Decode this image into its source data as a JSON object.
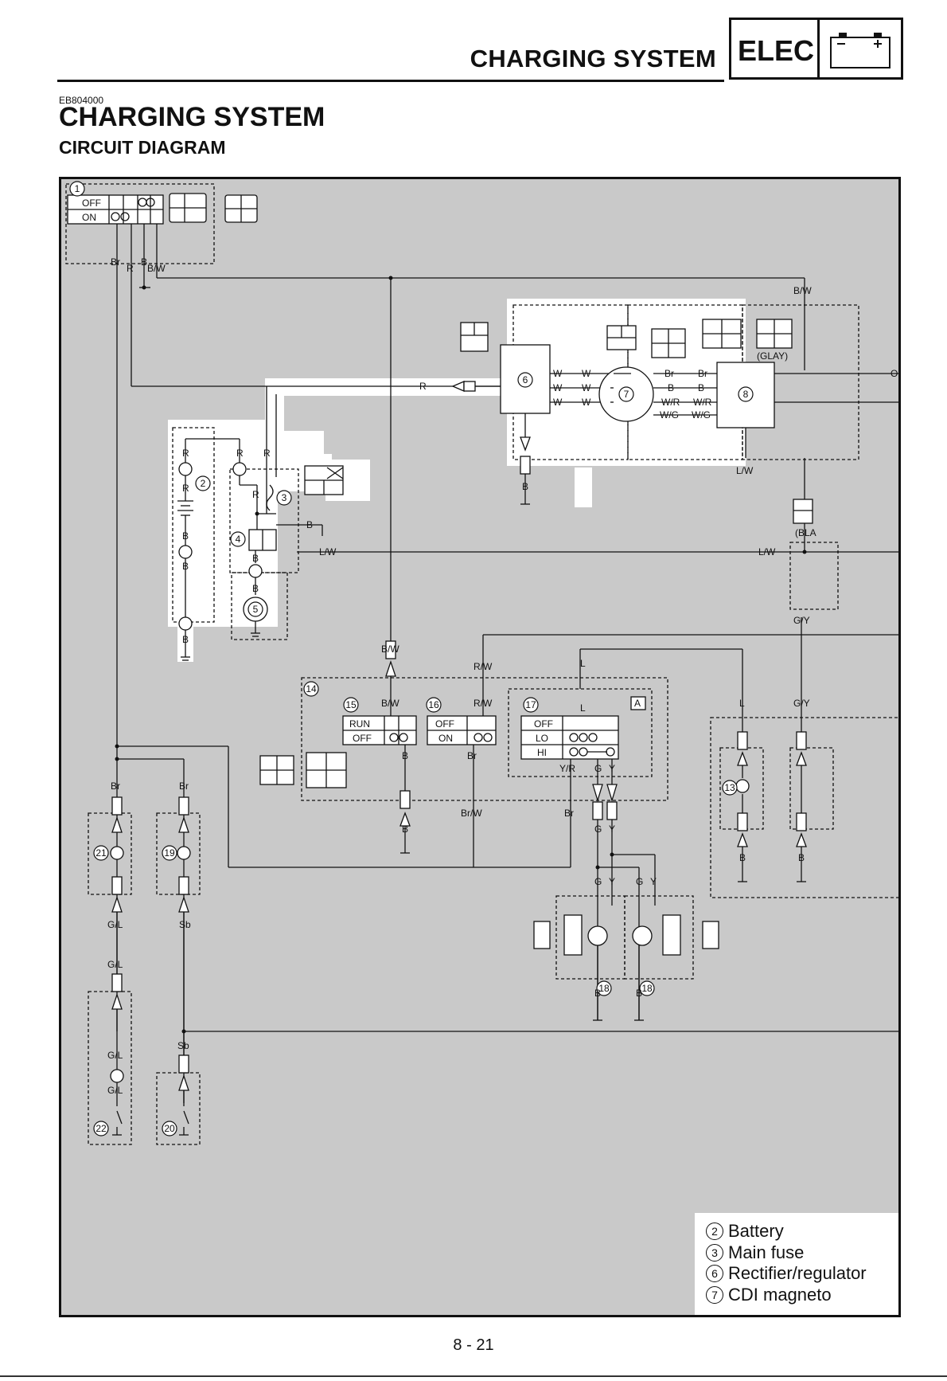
{
  "header": {
    "section_title": "CHARGING SYSTEM",
    "elec_label": "ELEC",
    "battery_icon": "battery-icon"
  },
  "doc_code": "EB804000",
  "title": "CHARGING SYSTEM",
  "subtitle": "CIRCUIT DIAGRAM",
  "diagram": {
    "switch1": {
      "rows": [
        "OFF",
        "ON"
      ]
    },
    "switch15": {
      "rows": [
        "RUN",
        "OFF"
      ]
    },
    "switch16": {
      "rows": [
        "OFF",
        "ON"
      ]
    },
    "switch17": {
      "rows": [
        "OFF",
        "LO",
        "HI"
      ]
    },
    "glay_label": "(GLAY)",
    "bla_label": "(BLA",
    "box_a_label": "A",
    "numbers": [
      "1",
      "2",
      "3",
      "4",
      "5",
      "6",
      "7",
      "8",
      "13",
      "14",
      "15",
      "16",
      "17",
      "18",
      "18",
      "19",
      "20",
      "21",
      "22"
    ],
    "wire_labels": {
      "br": "Br",
      "r": "R",
      "b": "B",
      "bw": "B/W",
      "w": "W",
      "lw": "L/W",
      "wr": "W/R",
      "wg": "W/G",
      "rw": "R/W",
      "brw": "Br/W",
      "yr": "Y/R",
      "g": "G",
      "y": "Y",
      "l": "L",
      "gy": "G/Y",
      "gl": "G/L",
      "sb": "Sb",
      "o": "O"
    }
  },
  "legend": [
    {
      "num": "2",
      "label": "Battery"
    },
    {
      "num": "3",
      "label": "Main fuse"
    },
    {
      "num": "6",
      "label": "Rectifier/regulator"
    },
    {
      "num": "7",
      "label": "CDI magneto"
    }
  ],
  "page_number": "8 - 21"
}
